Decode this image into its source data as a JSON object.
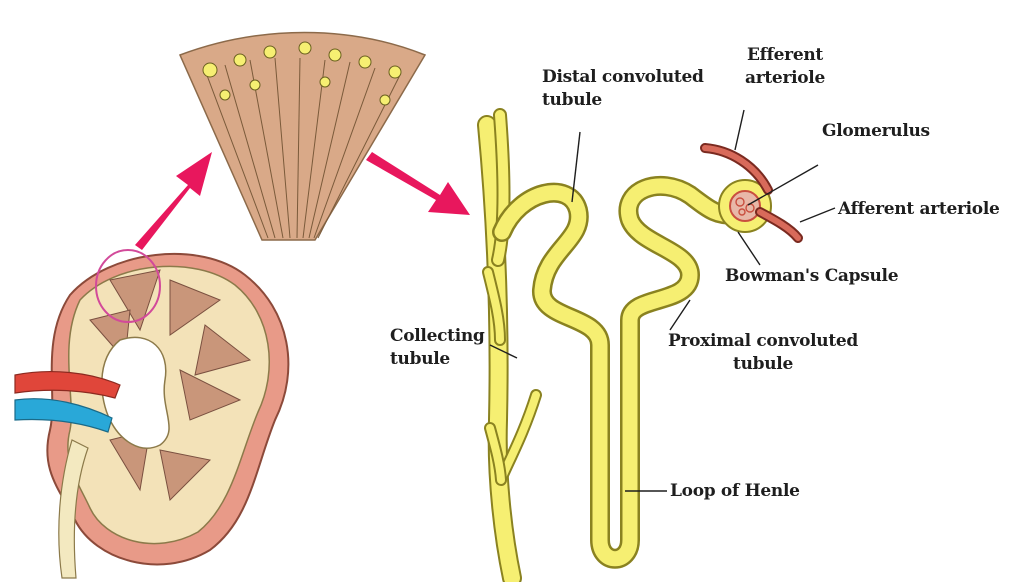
{
  "labels": {
    "distal_line1": "Distal convoluted",
    "distal_line2": "tubule",
    "efferent_line1": "Efferent",
    "efferent_line2": "arteriole",
    "glomerulus": "Glomerulus",
    "afferent": "Afferent arteriole",
    "bowman": "Bowman's Capsule",
    "collecting_line1": "Collecting",
    "collecting_line2": "tubule",
    "proximal_line1": "Proximal convoluted",
    "proximal_line2": "tubule",
    "loop": "Loop of Henle"
  },
  "colors": {
    "tubule_fill": "#f6ef72",
    "tubule_outline": "#8a8220",
    "arrow": "#e8175d",
    "kidney_outer": "#e89a88",
    "cortex": "#f3e2b8",
    "pyramid": "#c9967a",
    "renal_vein": "#29a8d8",
    "renal_artery": "#e0463a",
    "arteriole": "#c94f3f",
    "ureter": "#f3e9c0"
  }
}
